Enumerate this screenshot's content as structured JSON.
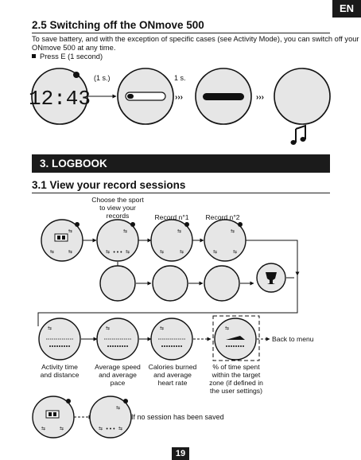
{
  "badge": "EN",
  "section_25": {
    "title": "2.5 Switching off the ONmove 500",
    "line1": "To save battery, and with the exception of specific cases (see Activity Mode), you can switch off your",
    "line2": "ONmove 500 at any time.",
    "bullet": "Press E (1 second)",
    "step1_label": "(1 s.)",
    "step2_label": "1 s.",
    "clock_display": "12:43",
    "arrow_glyph": "›››"
  },
  "section_3": {
    "title": "3.  LOGBOOK"
  },
  "section_31": {
    "title": "3.1 View your record sessions",
    "caption_choose": "Choose the sport\nto view your\nrecords",
    "caption_record1": "Record n°1",
    "caption_record2": "Record n°2",
    "back_to_menu": "Back to menu",
    "caption_activity": "Activity time\nand distance",
    "caption_speed": "Average speed\nand average\npace",
    "caption_calories": "Calories burned\nand average\nheart rate",
    "caption_target": "% of time spent\nwithin the target\nzone (if defined in\nthe user settings)",
    "no_session": "If no session has been saved"
  },
  "page_number": "19"
}
